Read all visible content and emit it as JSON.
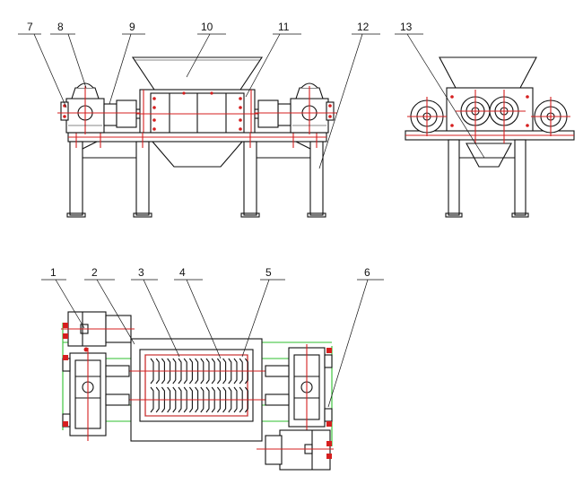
{
  "diagram": {
    "callouts": [
      "1",
      "2",
      "3",
      "4",
      "5",
      "6",
      "7",
      "8",
      "9",
      "10",
      "11",
      "12",
      "13"
    ]
  },
  "colors": {
    "outline": "#111111",
    "centerline": "#d61f1f",
    "frame": "#2fbf2f"
  }
}
